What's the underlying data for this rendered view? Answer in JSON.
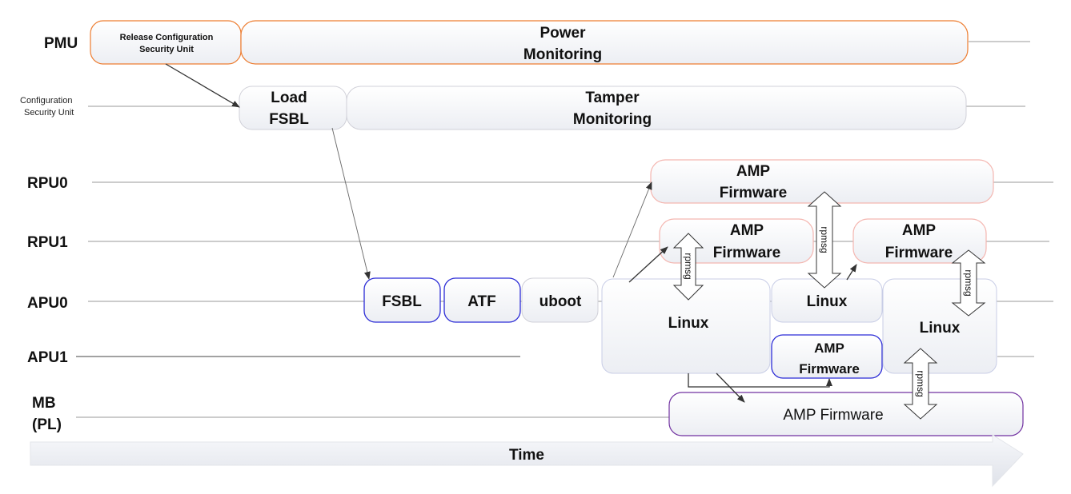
{
  "lanes": {
    "pmu": "PMU",
    "csu_line1": "Configuration",
    "csu_line2": "Security Unit",
    "rpu0": "RPU0",
    "rpu1": "RPU1",
    "apu0": "APU0",
    "apu1": "APU1",
    "mb_line1": "MB",
    "mb_line2": "(PL)"
  },
  "blocks": {
    "release_csu_line1": "Release Configuration",
    "release_csu_line2": "Security Unit",
    "power_mon_line1": "Power",
    "power_mon_line2": "Monitoring",
    "load_fsbl_line1": "Load",
    "load_fsbl_line2": "FSBL",
    "tamper_line1": "Tamper",
    "tamper_line2": "Monitoring",
    "rpu0_amp_line1": "AMP",
    "rpu0_amp_line2": "Firmware",
    "rpu1_amp_a_line1": "AMP",
    "rpu1_amp_a_line2": "Firmware",
    "rpu1_amp_b_line1": "AMP",
    "rpu1_amp_b_line2": "Firmware",
    "fsbl": "FSBL",
    "atf": "ATF",
    "uboot": "uboot",
    "linux_main": "Linux",
    "linux_mid": "Linux",
    "linux_right": "Linux",
    "apu1_amp_line1": "AMP",
    "apu1_amp_line2": "Firmware",
    "mb_amp": "AMP Firmware"
  },
  "arrows": {
    "rpmsg_1": "rpmsg",
    "rpmsg_2": "rpmsg",
    "rpmsg_3": "rpmsg",
    "rpmsg_4": "rpmsg"
  },
  "timeline": "Time",
  "colors": {
    "orange": "#ed7d31",
    "red": "#f4b6b0",
    "blue": "#2b2bd6",
    "purple": "#7030a0",
    "grey": "#d0d0d8"
  }
}
